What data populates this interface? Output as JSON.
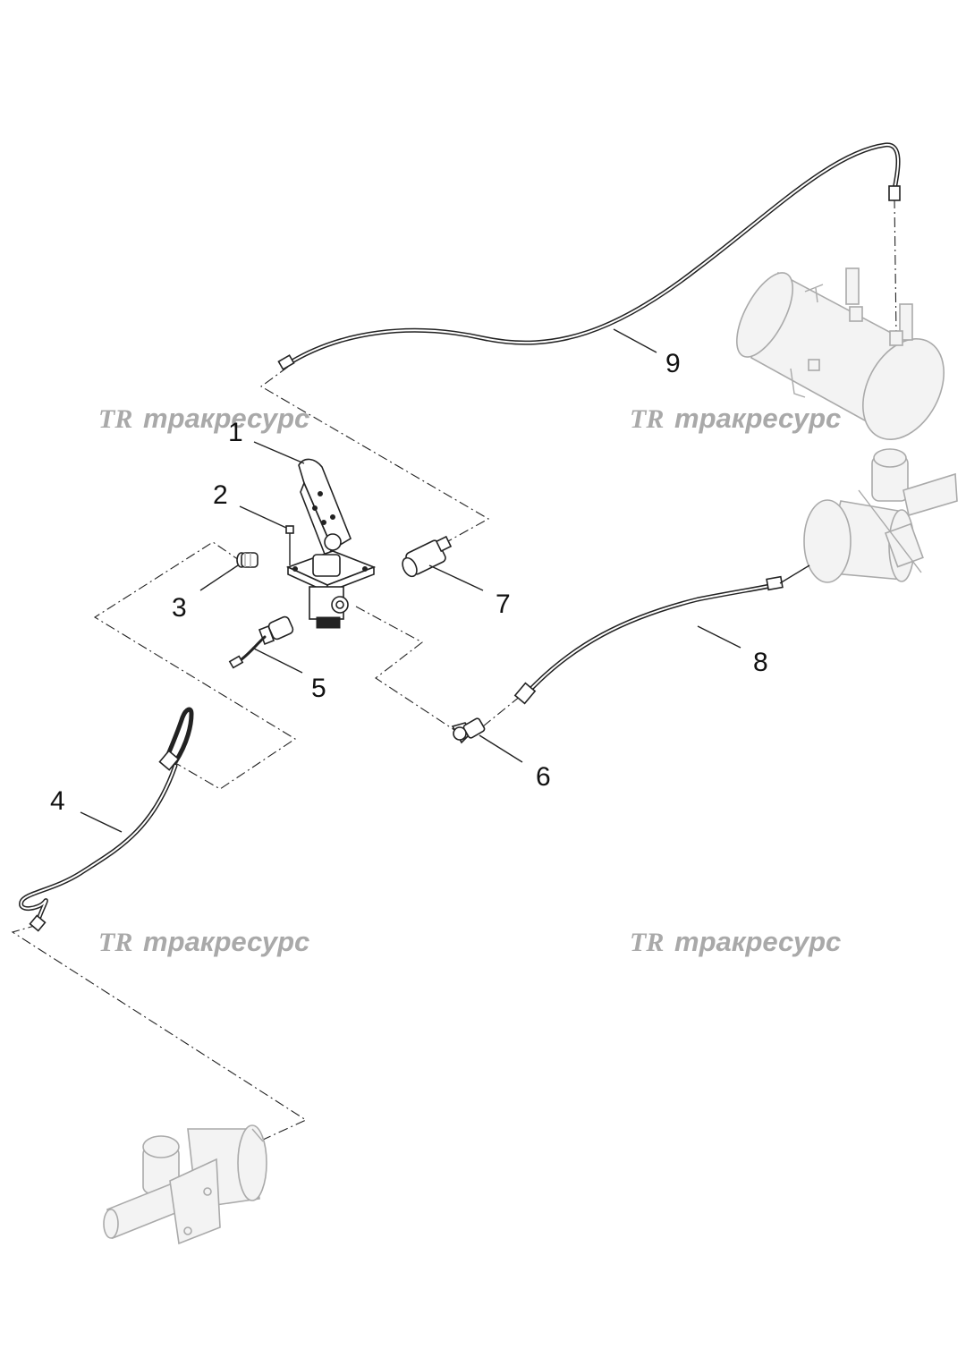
{
  "callouts": [
    {
      "id": "1",
      "label": "1"
    },
    {
      "id": "2",
      "label": "2"
    },
    {
      "id": "3",
      "label": "3"
    },
    {
      "id": "4",
      "label": "4"
    },
    {
      "id": "5",
      "label": "5"
    },
    {
      "id": "6",
      "label": "6"
    },
    {
      "id": "7",
      "label": "7"
    },
    {
      "id": "8",
      "label": "8"
    },
    {
      "id": "9",
      "label": "9"
    }
  ],
  "watermark": {
    "logo": "TR",
    "text": "тракресурс"
  },
  "colors": {
    "line": "#222222",
    "watermark": "#a9a9a9",
    "context_part": "#aaaaaa"
  }
}
